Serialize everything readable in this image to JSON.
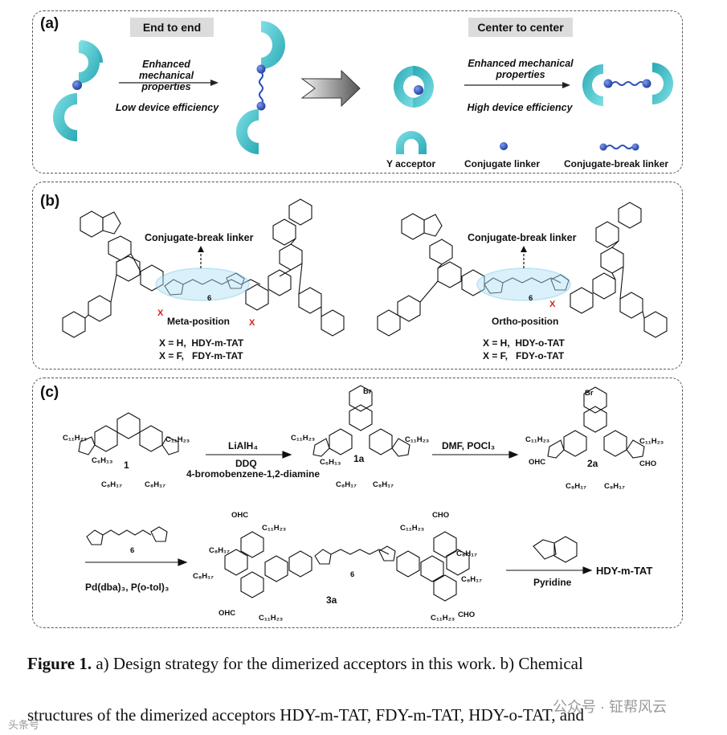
{
  "panel_a": {
    "label": "(a)",
    "end_to_end": "End to end",
    "center_to_center": "Center to center",
    "left_arrow_top": "Enhanced mechanical properties",
    "left_arrow_bottom": "Low device efficiency",
    "right_arrow_top": "Enhanced mechanical properties",
    "right_arrow_bottom": "High device efficiency",
    "legend_y": "Y acceptor",
    "legend_conj": "Conjugate linker",
    "legend_break": "Conjugate-break linker"
  },
  "panel_b": {
    "label": "(b)",
    "linker_left": "Conjugate-break linker",
    "linker_right": "Conjugate-break linker",
    "meta": "Meta-position",
    "ortho": "Ortho-position",
    "m_h": "X = H,  HDY-m-TAT",
    "m_f": "X = F,   FDY-m-TAT",
    "o_h": "X = H,  HDY-o-TAT",
    "o_f": "X = F,   FDY-o-TAT",
    "six": "6",
    "x": "X"
  },
  "panel_c": {
    "label": "(c)",
    "c1": "1",
    "c1a": "1a",
    "c2a": "2a",
    "c3a": "3a",
    "reagent1_top": "LiAlH₄",
    "reagent1_b1": "DDQ",
    "reagent1_b2": "4-bromobenzene-1,2-diamine",
    "reagent2": "DMF, POCl₃",
    "reagent3": "Pd(dba)₃, P(o-tol)₃",
    "reagent4": "Pyridine",
    "product": "HDY-m-TAT",
    "br": "Br",
    "cho": "CHO",
    "ohc": "OHC",
    "c11": "C₁₁H₂₃",
    "c6": "C₆H₁₃",
    "c8": "C₈H₁₇"
  },
  "caption": {
    "fig": "Figure 1.",
    "line1": " a) Design strategy for the dimerized acceptors in this work. b) Chemical",
    "line2": "structures of the dimerized acceptors HDY-m-TAT, FDY-m-TAT, HDY-o-TAT, and"
  },
  "watermark": {
    "right": "公众号 · 钲帮风云",
    "left": "头条号"
  },
  "colors": {
    "acceptor": "#4dc7cf",
    "linker": "#2f52b8",
    "x_mark": "#d21f1f"
  }
}
